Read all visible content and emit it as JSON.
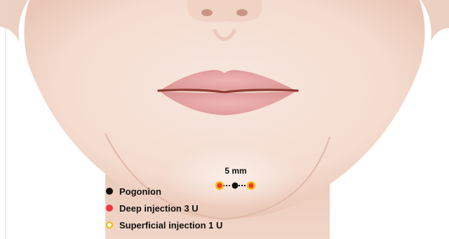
{
  "measurement": {
    "distance_label": "5 mm"
  },
  "legend": {
    "items": [
      {
        "label": "Pogonion",
        "marker": "black-dot",
        "color": "#111111"
      },
      {
        "label": "Deep injection 3 U",
        "marker": "red-dot",
        "color": "#e8383b"
      },
      {
        "label": "Superficial injection 1 U",
        "marker": "yellow-ring",
        "color": "#f5b800"
      }
    ]
  },
  "colors": {
    "skin": "#f6e1d5",
    "lips": "#e8a8a6",
    "lip_line": "#8c3b33",
    "deep": "#e8383b",
    "superficial": "#f5b800",
    "pogonion": "#111111"
  }
}
